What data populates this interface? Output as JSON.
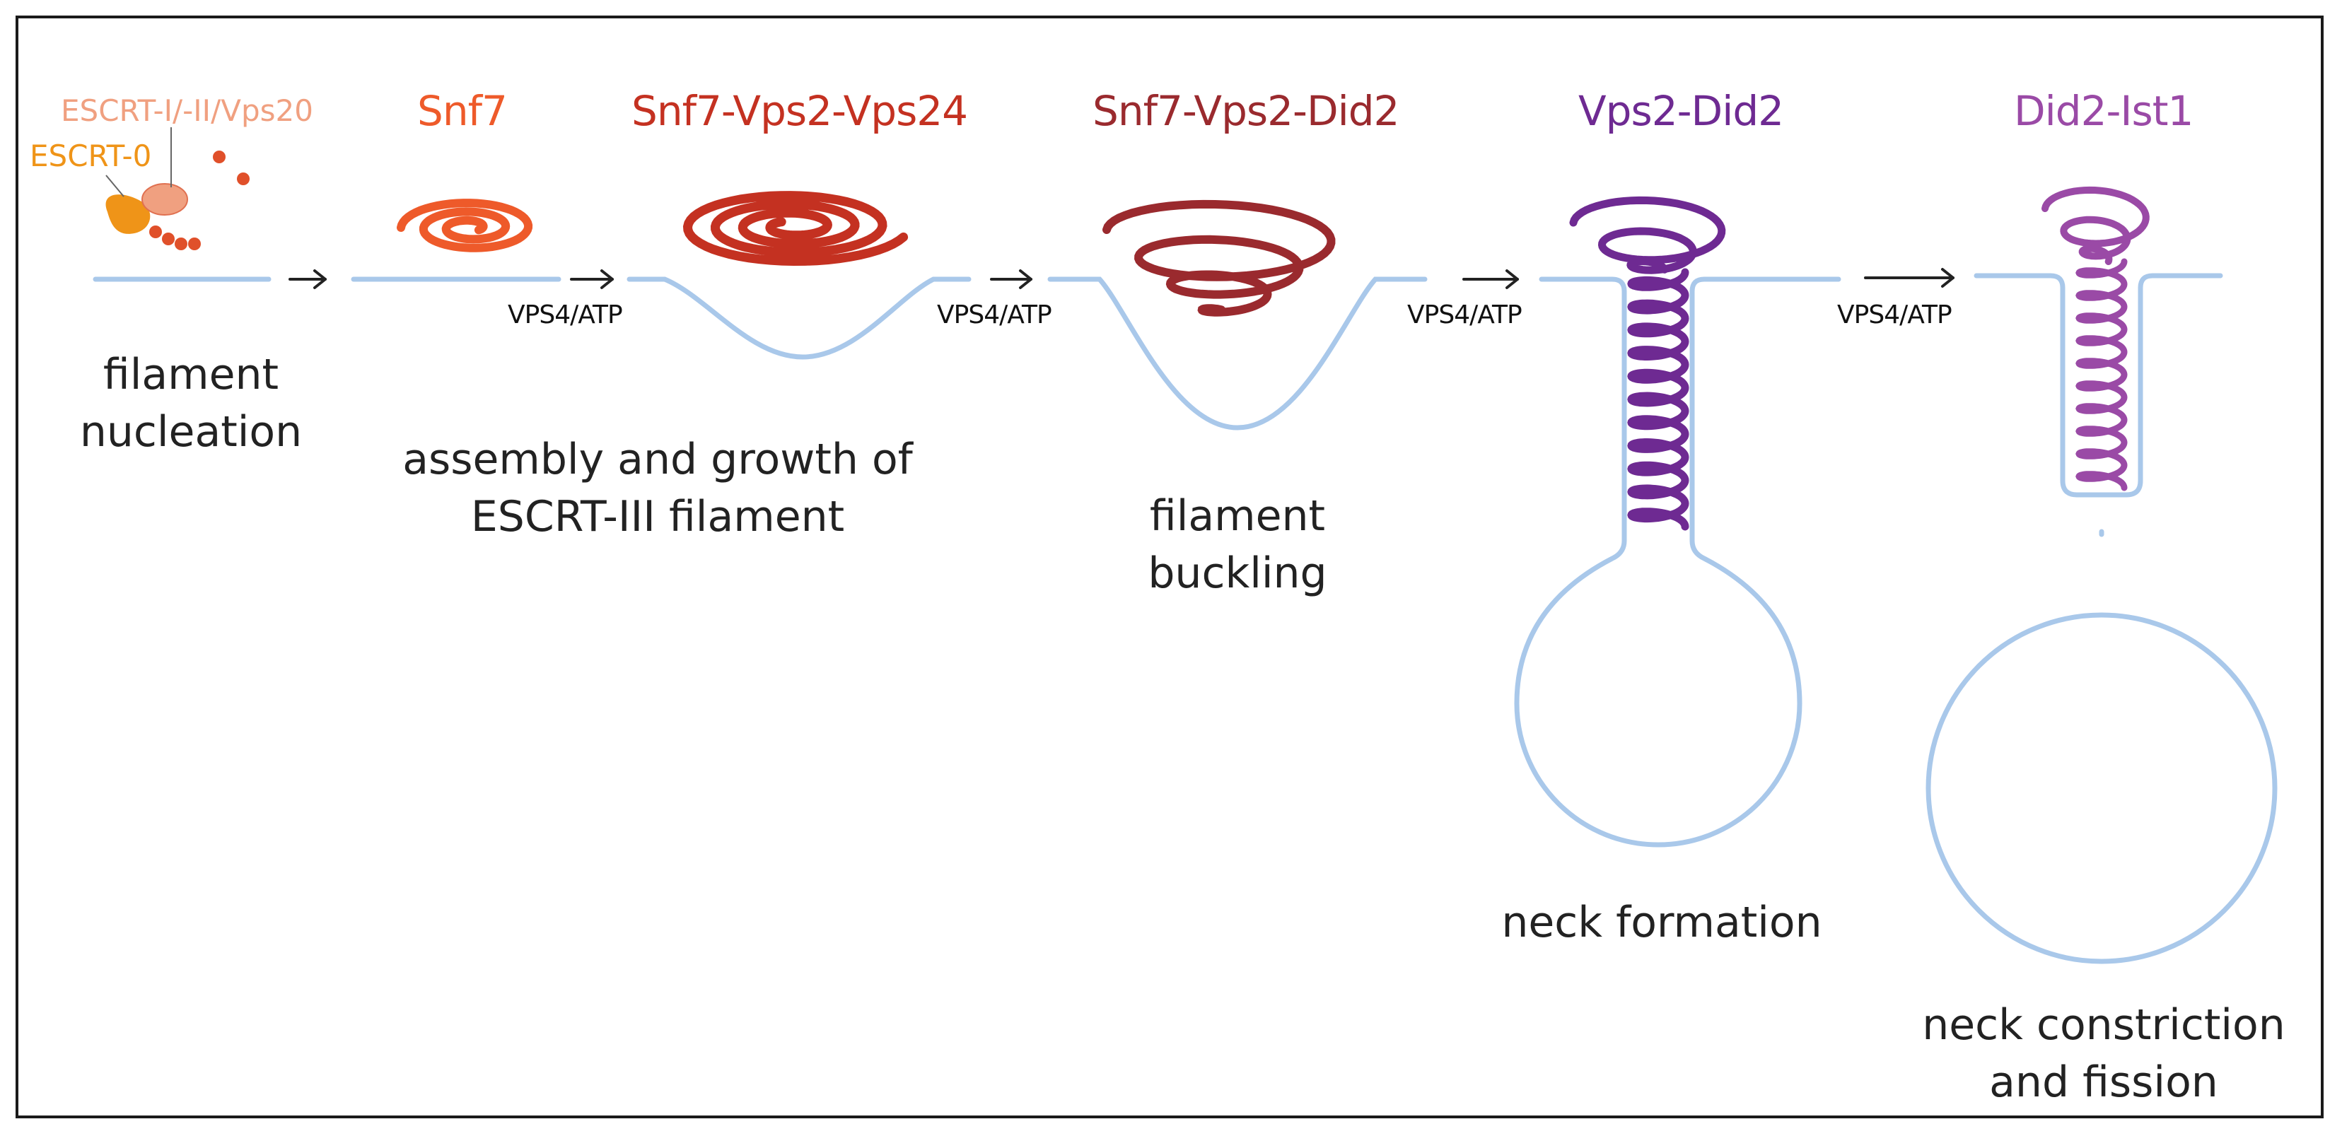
{
  "colors": {
    "membrane": "#a9c8ea",
    "escrt0": "#ef9418",
    "escrt_complex": "#f0a080",
    "dots": "#e0502a",
    "snf7": "#ee5a2a",
    "snf7_vps2_vps24": "#c43121",
    "snf7_vps2_did2": "#9a2a2e",
    "vps2_did2": "#6e2a92",
    "did2_ist1": "#9a4aa6",
    "text": "#222222"
  },
  "labels": {
    "escrt_complex": "ESCRT-I/-II/Vps20",
    "escrt0": "ESCRT-0",
    "snf7": "Snf7",
    "snf7_vps2_vps24": "Snf7-Vps2-Vps24",
    "snf7_vps2_did2": "Snf7-Vps2-Did2",
    "vps2_did2": "Vps2-Did2",
    "did2_ist1": "Did2-Ist1"
  },
  "stages": {
    "nucleation_line1": "filament",
    "nucleation_line2": "nucleation",
    "assembly_line1": "assembly and growth of",
    "assembly_line2": "ESCRT-III filament",
    "buckling_line1": "filament",
    "buckling_line2": "buckling",
    "neck_formation": "neck formation",
    "fission_line1": "neck constriction",
    "fission_line2": "and fission"
  },
  "steps": {
    "vps4_1": "VPS4/ATP",
    "vps4_2": "VPS4/ATP",
    "vps4_3": "VPS4/ATP",
    "vps4_4": "VPS4/ATP"
  }
}
